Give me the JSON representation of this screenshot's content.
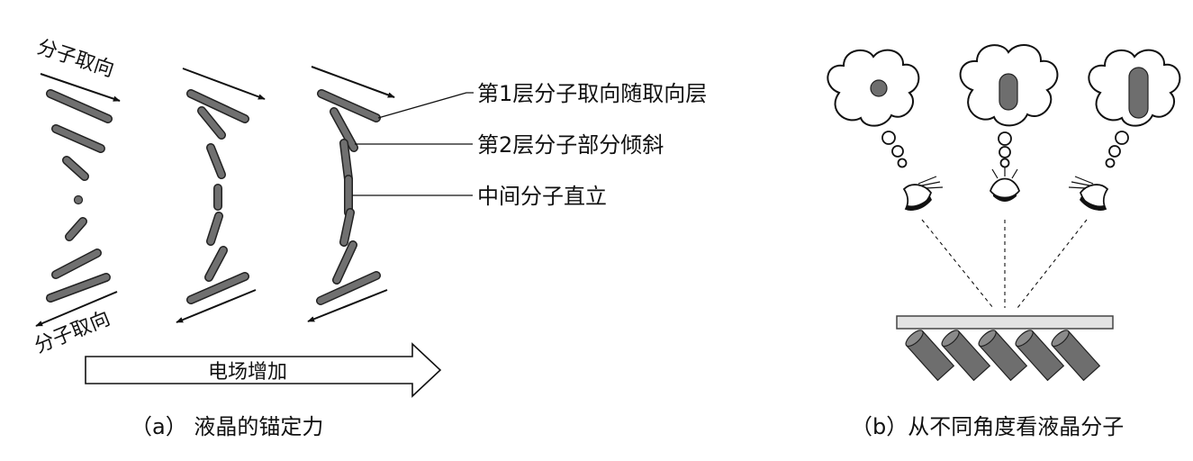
{
  "panel_a": {
    "top_orientation_label": "分子取向",
    "bottom_orientation_label": "分子取向",
    "callout_layer1": "第1层分子取向随取向层",
    "callout_layer2": "第2层分子部分倾斜",
    "callout_middle": "中间分子直立",
    "field_arrow_label": "电场增加",
    "caption": "（a） 液晶的锚定力"
  },
  "panel_b": {
    "caption": "（b）从不同角度看液晶分子"
  }
}
